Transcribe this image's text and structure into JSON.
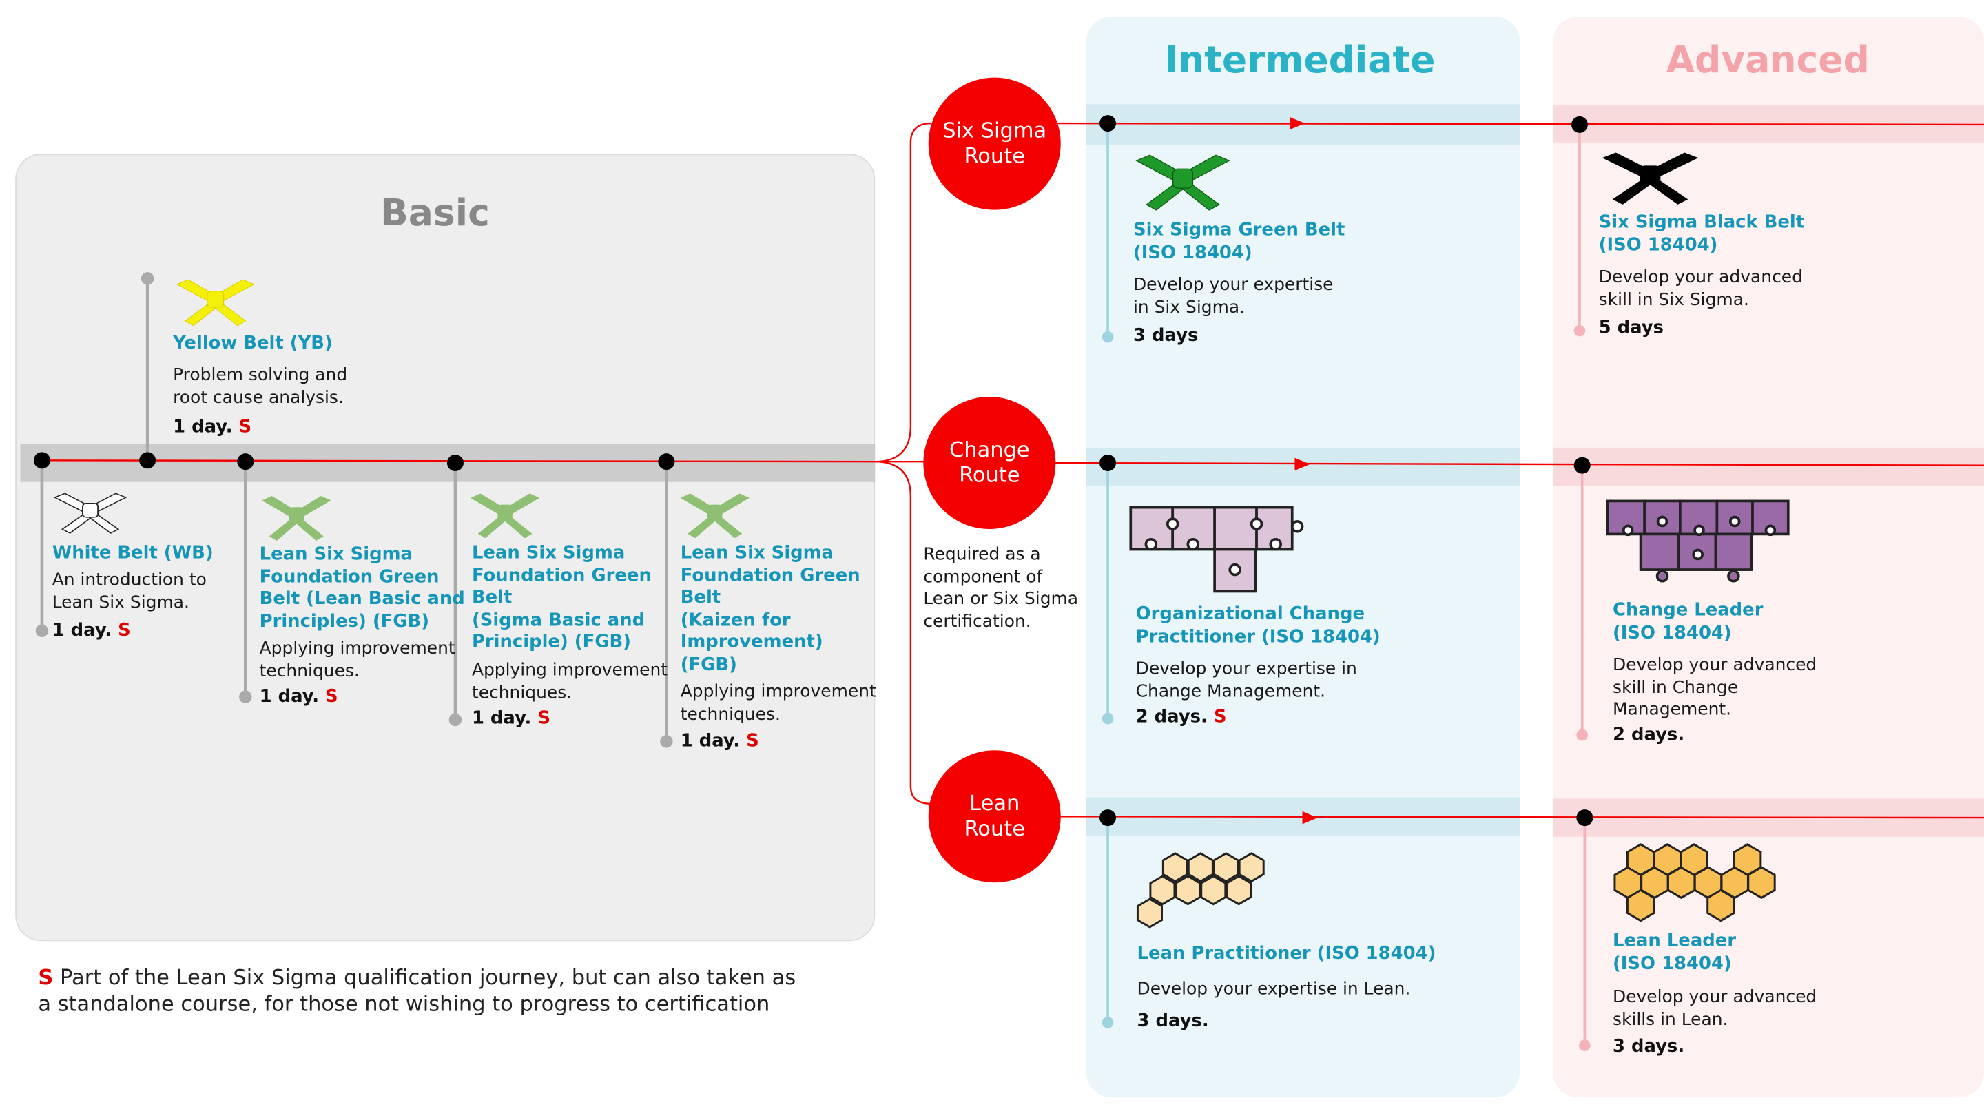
{
  "basic": {
    "title": "Basic",
    "courses": [
      {
        "title": "Yellow Belt (YB)",
        "desc": "Problem solving and\nroot cause analysis.",
        "days": "1 day.",
        "standalone": "S",
        "belt_color": "#f5f00a"
      },
      {
        "title": "White Belt (WB)",
        "desc": "An introduction to\nLean Six Sigma.",
        "days": "1 day.",
        "standalone": "S",
        "belt_color": "#ffffff"
      },
      {
        "title": "Lean Six Sigma\nFoundation Green\nBelt (Lean Basic and\nPrinciples) (FGB)",
        "desc": "Applying improvement\ntechniques.",
        "days": "1 day.",
        "standalone": "S",
        "belt_color": "#8fbf72"
      },
      {
        "title": "Lean Six Sigma\nFoundation Green\nBelt\n(Sigma Basic and\nPrinciple) (FGB)",
        "desc": "Applying improvement\ntechniques.",
        "days": "1 day.",
        "standalone": "S",
        "belt_color": "#8fbf72"
      },
      {
        "title": "Lean Six Sigma\nFoundation Green\nBelt\n(Kaizen for\nImprovement)\n(FGB)",
        "desc": "Applying improvement\ntechniques.",
        "days": "1 day.",
        "standalone": "S",
        "belt_color": "#8fbf72"
      }
    ]
  },
  "routes": {
    "six_sigma": "Six Sigma\nRoute",
    "change": "Change\nRoute",
    "lean": "Lean\nRoute",
    "change_note": "Required as a\ncomponent of\nLean or Six Sigma\ncertification."
  },
  "intermediate": {
    "title": "Intermediate",
    "courses": [
      {
        "title": "Six Sigma Green Belt\n(ISO 18404)",
        "desc": "Develop your expertise\nin Six Sigma.",
        "days": "3 days",
        "standalone": ""
      },
      {
        "title": "Organizational Change\nPractitioner (ISO 18404)",
        "desc": "Develop your expertise in\nChange Management.",
        "days": "2 days.",
        "standalone": "S"
      },
      {
        "title": "Lean Practitioner (ISO 18404)",
        "desc": "Develop your expertise in Lean.",
        "days": "3 days.",
        "standalone": ""
      }
    ]
  },
  "advanced": {
    "title": "Advanced",
    "courses": [
      {
        "title": "Six Sigma Black Belt\n(ISO 18404)",
        "desc": "Develop your advanced\nskill in Six Sigma.",
        "days": "5 days"
      },
      {
        "title": "Change Leader\n(ISO 18404)",
        "desc": "Develop your advanced\nskill in Change\nManagement.",
        "days": "2 days."
      },
      {
        "title": "Lean Leader\n(ISO 18404)",
        "desc": "Develop your advanced\nskills in Lean.",
        "days": "3 days."
      }
    ]
  },
  "footnote": {
    "marker": "S",
    "text": " Part of the Lean Six Sigma qualification journey, but can also taken as\na standalone  course, for those not wishing to progress to certification"
  },
  "colors": {
    "route_red": "#f50000",
    "title_teal": "#1596b8",
    "intermediate": "#2ab3c6",
    "advanced": "#f4a3a9",
    "puzzle_light": "#dcc4d9",
    "puzzle_dark": "#9a6aa6",
    "hex": "#f8bf55"
  }
}
